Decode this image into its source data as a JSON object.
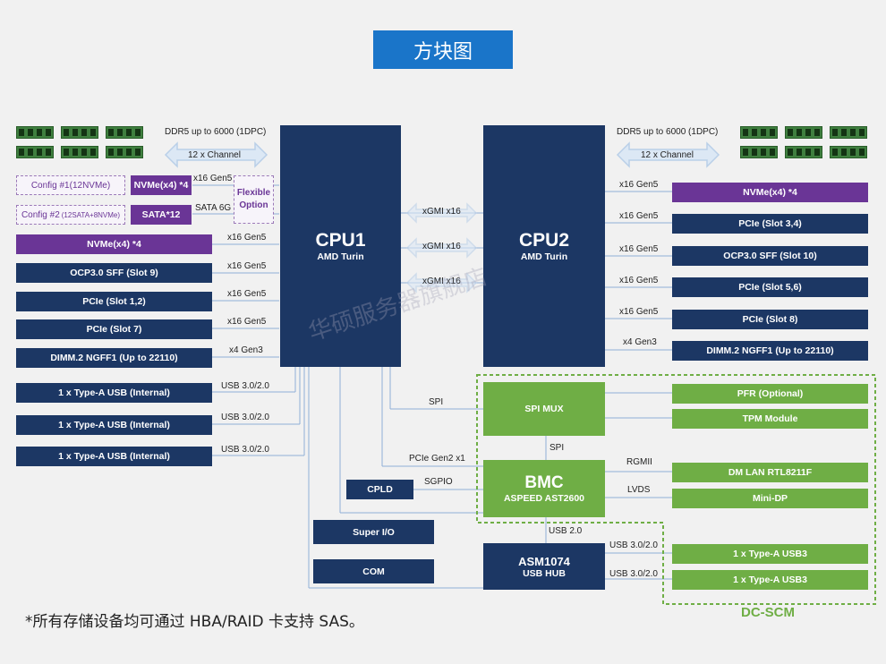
{
  "title": "方块图",
  "cpu1": {
    "name": "CPU1",
    "sub": "AMD Turin"
  },
  "cpu2": {
    "name": "CPU2",
    "sub": "AMD Turin"
  },
  "ddr_left": "DDR5 up to 6000 (1DPC)",
  "ddr_right": "DDR5 up to 6000 (1DPC)",
  "channel_left": "12 x Channel",
  "channel_right": "12 x Channel",
  "config1": "Config #1(12NVMe)",
  "config2_main": "Config #2",
  "config2_sub": "(12SATA+8NVMe)",
  "nvme_small": "NVMe(x4) *4",
  "sata_small": "SATA*12",
  "flex_l1": "Flexible",
  "flex_l2": "Option",
  "x16gen5_top": "x16 Gen5",
  "sata6g": "SATA 6G",
  "xgmi": [
    "xGMI x16",
    "xGMI x16",
    "xGMI x16"
  ],
  "left_items": [
    {
      "label": "NVMe(x4) *4",
      "link": "x16 Gen5"
    },
    {
      "label": "OCP3.0 SFF (Slot 9)",
      "link": "x16 Gen5"
    },
    {
      "label": "PCIe (Slot 1,2)",
      "link": "x16 Gen5"
    },
    {
      "label": "PCIe (Slot 7)",
      "link": "x16 Gen5"
    },
    {
      "label": "DIMM.2 NGFF1 (Up to 22110)",
      "link": "x4 Gen3"
    },
    {
      "label": "1 x Type-A USB (Internal)",
      "link": "USB 3.0/2.0"
    },
    {
      "label": "1 x Type-A USB (Internal)",
      "link": "USB 3.0/2.0"
    },
    {
      "label": "1 x Type-A USB (Internal)",
      "link": "USB 3.0/2.0"
    }
  ],
  "right_items": [
    {
      "label": "NVMe(x4) *4",
      "link": "x16 Gen5"
    },
    {
      "label": "PCIe (Slot 3,4)",
      "link": "x16 Gen5"
    },
    {
      "label": "OCP3.0 SFF (Slot 10)",
      "link": "x16 Gen5"
    },
    {
      "label": "PCIe (Slot 5,6)",
      "link": "x16 Gen5"
    },
    {
      "label": "PCIe (Slot 8)",
      "link": "x16 Gen5"
    },
    {
      "label": "DIMM.2 NGFF1 (Up to 22110)",
      "link": "x4 Gen3"
    }
  ],
  "spi_mux": "SPI MUX",
  "spi_top": "SPI",
  "spi_mid": "SPI",
  "bmc": {
    "name": "BMC",
    "sub": "ASPEED AST2600"
  },
  "pcie_gen2": "PCIe Gen2 x1",
  "sgpio": "SGPIO",
  "cpld": "CPLD",
  "super_io": "Super I/O",
  "com": "COM",
  "asm": {
    "name": "ASM1074",
    "sub": "USB HUB"
  },
  "usb20": "USB 2.0",
  "rgmii": "RGMII",
  "lvds": "LVDS",
  "green_items": [
    "PFR (Optional)",
    "TPM Module",
    "DM LAN RTL8211F",
    "Mini-DP",
    "1 x Type-A USB3",
    "1 x Type-A USB3"
  ],
  "usb_hub_links": [
    "USB 3.0/2.0",
    "USB 3.0/2.0"
  ],
  "dc_scm": "DC-SCM",
  "note": "*所有存储设备均可通过 HBA/RAID 卡支持 SAS。",
  "watermark": "华硕服务器旗舰店",
  "colors": {
    "navy": "#1c3764",
    "purple": "#6a3596",
    "green": "#6fae45",
    "title_blue": "#1a75c9"
  }
}
